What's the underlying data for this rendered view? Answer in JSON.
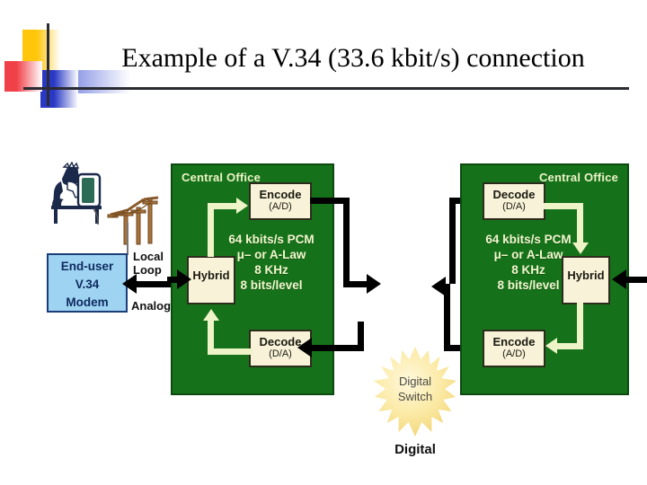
{
  "header": {
    "title": "Example of a V.34 (33.6 kbit/s) connection",
    "logo_name": "decorative-color-squares-logo"
  },
  "diagram": {
    "endpoint": {
      "modem_lines": [
        "End-user",
        "V.34",
        "Modem"
      ],
      "person_icon": "person-at-computer-icon",
      "poles_icon": "telephone-poles-icon"
    },
    "local_loop": {
      "top_label": "Local",
      "top_label2": "Loop",
      "bottom_label": "Analog"
    },
    "central_office_left": {
      "label": "Central Office",
      "encode": {
        "title": "Encode",
        "subtitle": "(A/D)"
      },
      "hybrid": {
        "title": "Hybrid"
      },
      "decode": {
        "title": "Decode",
        "subtitle": "(D/A)"
      },
      "pcm_lines": [
        "64 kbits/s PCM",
        "μ– or A-Law",
        "8 KHz",
        "8 bits/level"
      ]
    },
    "central_office_right": {
      "label": "Central Office",
      "decode": {
        "title": "Decode",
        "subtitle": "(D/A)"
      },
      "hybrid": {
        "title": "Hybrid"
      },
      "encode": {
        "title": "Encode",
        "subtitle": "(A/D)"
      },
      "pcm_lines": [
        "64 kbits/s PCM",
        "μ– or A-Law",
        "8 KHz",
        "8 bits/level"
      ]
    },
    "switch": {
      "line1": "Digital",
      "line2": "Switch",
      "caption": "Digital"
    }
  },
  "colors": {
    "office_green": "#16721a",
    "unit_cream": "#f7f2d8",
    "modem_blue": "#9fd3f2",
    "switch_gold": "#edc95c",
    "arrow_cream": "#eef3c8",
    "title_black": "#000000"
  }
}
